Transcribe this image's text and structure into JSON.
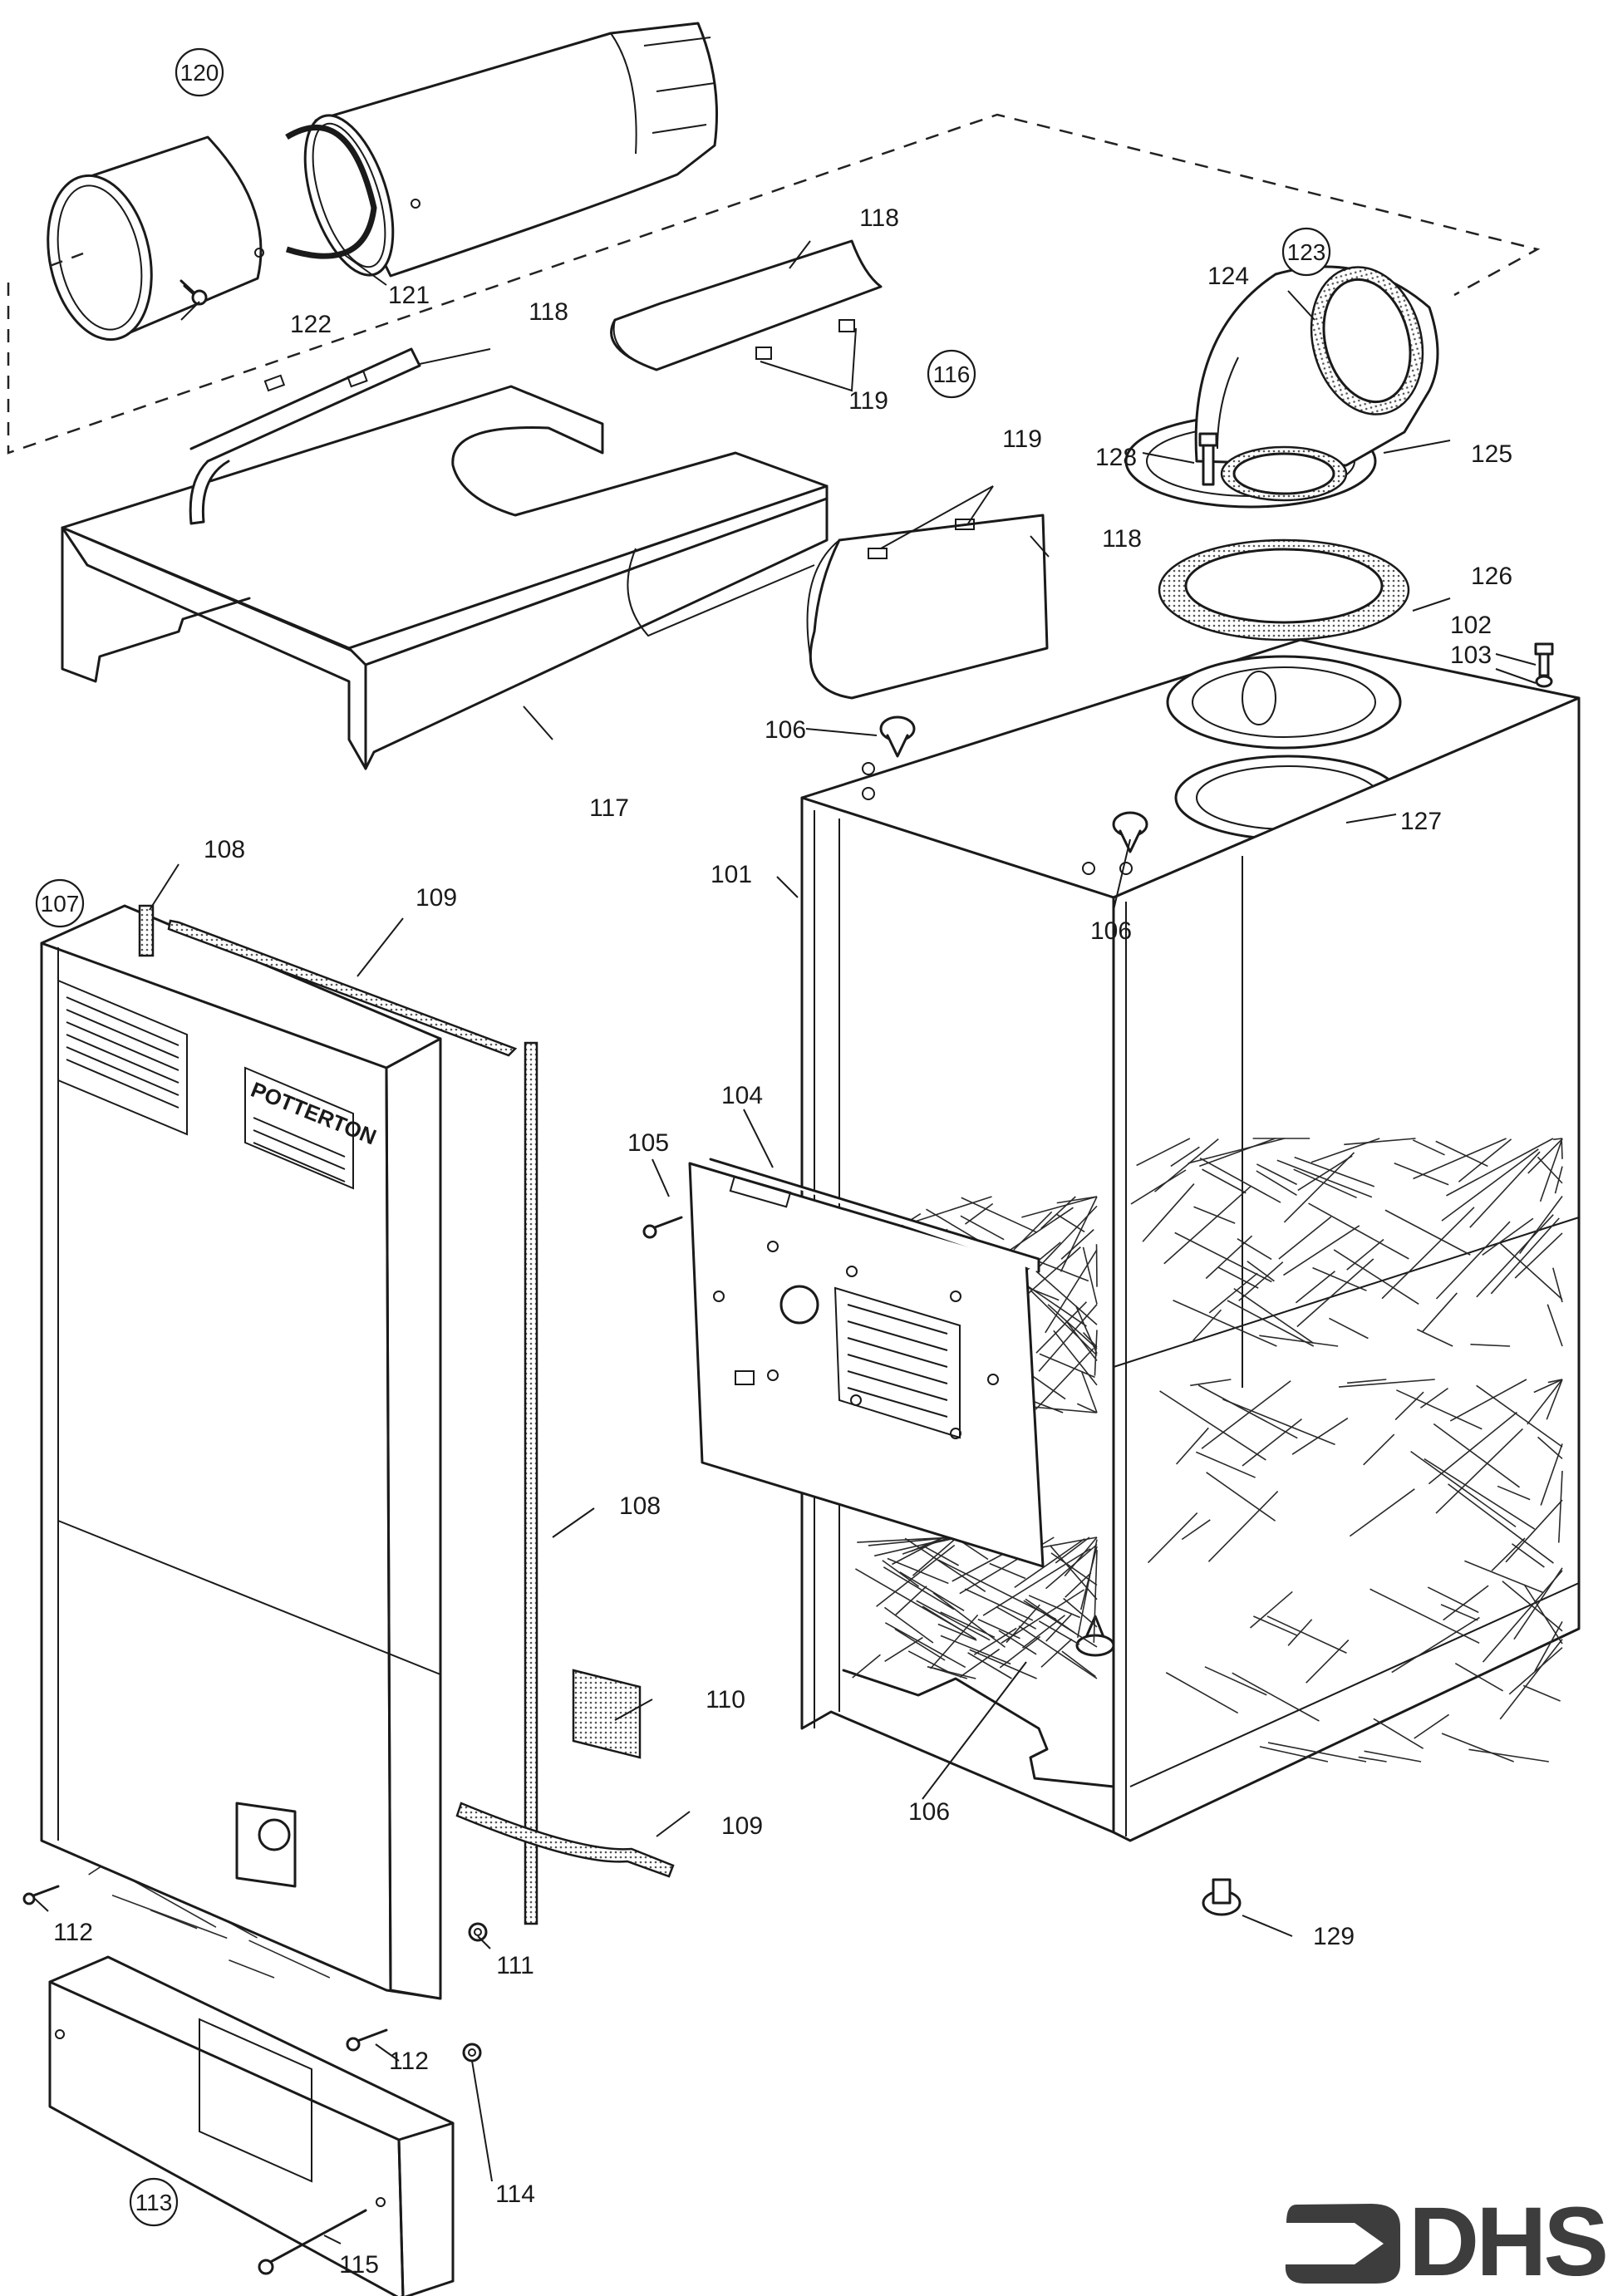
{
  "diagram": {
    "title": "Boiler casing exploded parts diagram",
    "brand_on_panel": "POTTERTON",
    "logo_text": "DHS",
    "assembly_refs": [
      {
        "id": "ref-120",
        "number": "120"
      },
      {
        "id": "ref-123",
        "number": "123"
      },
      {
        "id": "ref-116",
        "number": "116"
      },
      {
        "id": "ref-107",
        "number": "107"
      },
      {
        "id": "ref-113",
        "number": "113"
      }
    ],
    "part_labels": [
      {
        "id": "p121",
        "number": "121"
      },
      {
        "id": "p122",
        "number": "122"
      },
      {
        "id": "p118a",
        "number": "118"
      },
      {
        "id": "p118b",
        "number": "118"
      },
      {
        "id": "p118c",
        "number": "118"
      },
      {
        "id": "p119a",
        "number": "119"
      },
      {
        "id": "p119b",
        "number": "119"
      },
      {
        "id": "p124",
        "number": "124"
      },
      {
        "id": "p128",
        "number": "128"
      },
      {
        "id": "p125",
        "number": "125"
      },
      {
        "id": "p126",
        "number": "126"
      },
      {
        "id": "p102",
        "number": "102"
      },
      {
        "id": "p103",
        "number": "103"
      },
      {
        "id": "p106a",
        "number": "106"
      },
      {
        "id": "p106b",
        "number": "106"
      },
      {
        "id": "p106c",
        "number": "106"
      },
      {
        "id": "p127",
        "number": "127"
      },
      {
        "id": "p117",
        "number": "117"
      },
      {
        "id": "p101",
        "number": "101"
      },
      {
        "id": "p108a",
        "number": "108"
      },
      {
        "id": "p108b",
        "number": "108"
      },
      {
        "id": "p109a",
        "number": "109"
      },
      {
        "id": "p109b",
        "number": "109"
      },
      {
        "id": "p104",
        "number": "104"
      },
      {
        "id": "p105",
        "number": "105"
      },
      {
        "id": "p110",
        "number": "110"
      },
      {
        "id": "p112a",
        "number": "112"
      },
      {
        "id": "p112b",
        "number": "112"
      },
      {
        "id": "p111",
        "number": "111"
      },
      {
        "id": "p114",
        "number": "114"
      },
      {
        "id": "p115",
        "number": "115"
      },
      {
        "id": "p129",
        "number": "129"
      }
    ]
  }
}
